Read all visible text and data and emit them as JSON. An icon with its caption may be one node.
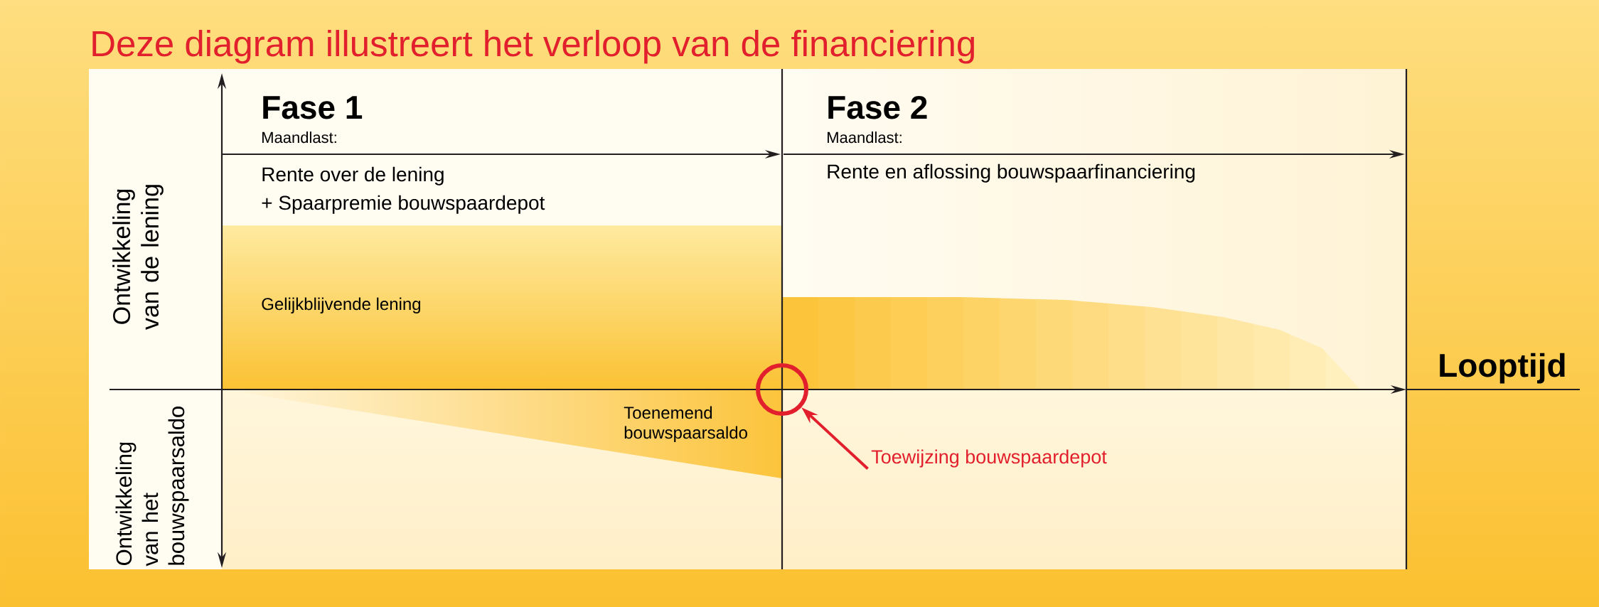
{
  "diagram": {
    "title": "Deze diagram illustreert het verloop van de financiering",
    "nodes": [
      {
        "text": [],
        "shape": "circle"
      },
      {
        "text": [
          "Toewijzing bouwspaardepot"
        ]
      }
    ],
    "edges": [
      {
        "from": 1,
        "to": 0,
        "arrow": "to",
        "color": "#e21f2d"
      }
    ],
    "labels": [
      "Ontwikkeling van de lening",
      "Fase 1",
      "Maandlast:",
      "Rente over de lening",
      "+ Spaarpremie bouwspaardepot",
      "Fase 2",
      "Maandlast:",
      "Rente en aflossing bouwspaarfinanciering",
      "Gelijkblijvende lening",
      "Looptijd",
      "Toenemend bouwspaarsaldo",
      "Ontwikkeling van het bouwspaarsaldo"
    ]
  }
}
